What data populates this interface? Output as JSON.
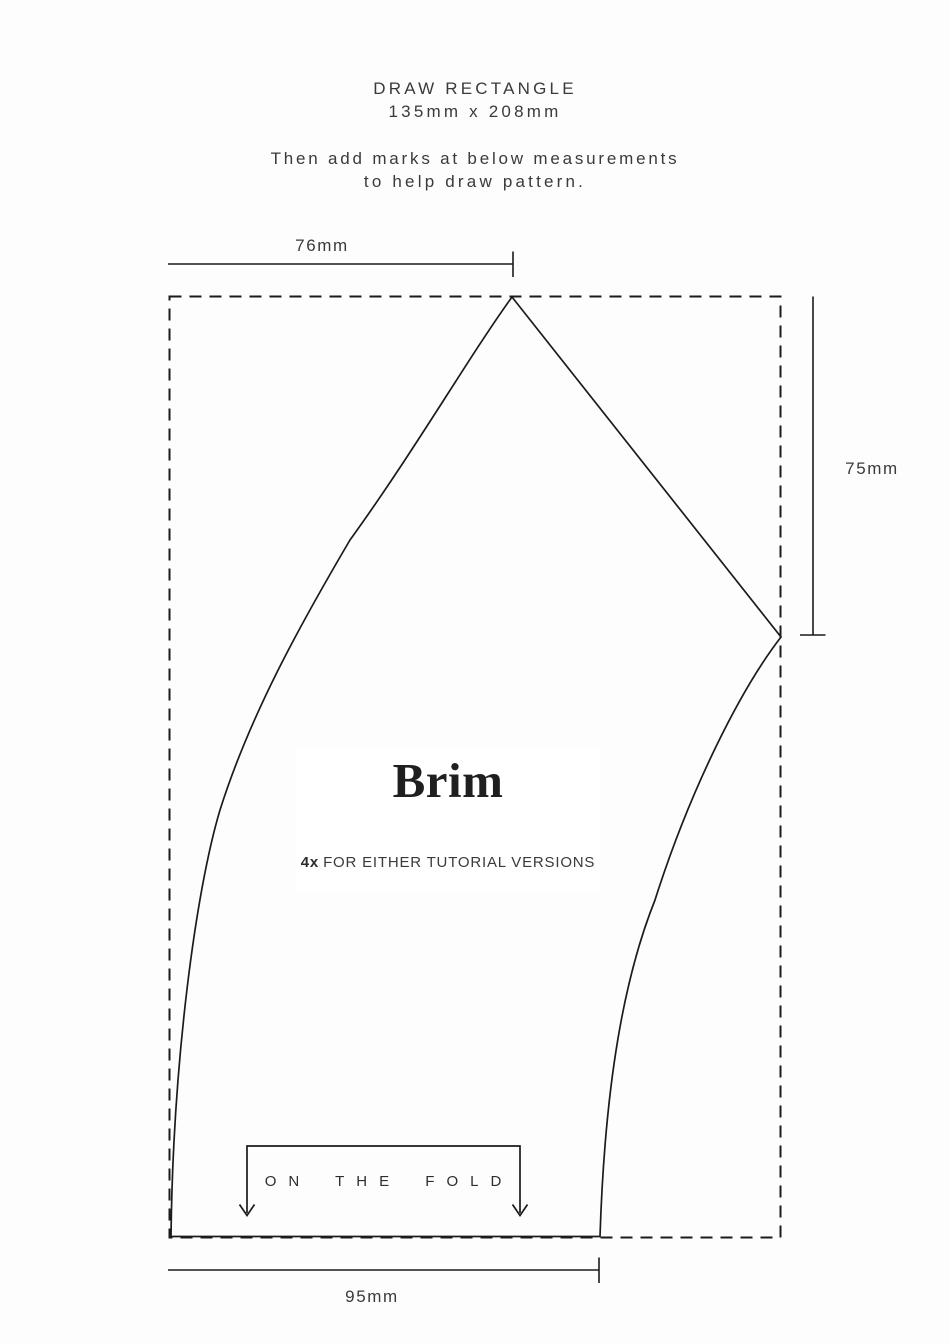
{
  "page": {
    "background": "#fdfdfd",
    "line_color": "#1b1b1b",
    "text_color": "#3a3a3a",
    "label_box_background": "#ffffff"
  },
  "instructions": {
    "title_line1": "DRAW RECTANGLE",
    "title_line2": "135mm x 208mm",
    "subtitle_line1": "Then add marks at below measurements",
    "subtitle_line2": "to help draw pattern."
  },
  "measurements": {
    "top_width": "76mm",
    "right_height": "75mm",
    "bottom_width": "95mm"
  },
  "pattern_piece": {
    "name": "Brim",
    "cut_quantity": "4x",
    "cut_note": "FOR EITHER TUTORIAL VERSIONS",
    "fold_instruction": "ON THE FOLD"
  }
}
